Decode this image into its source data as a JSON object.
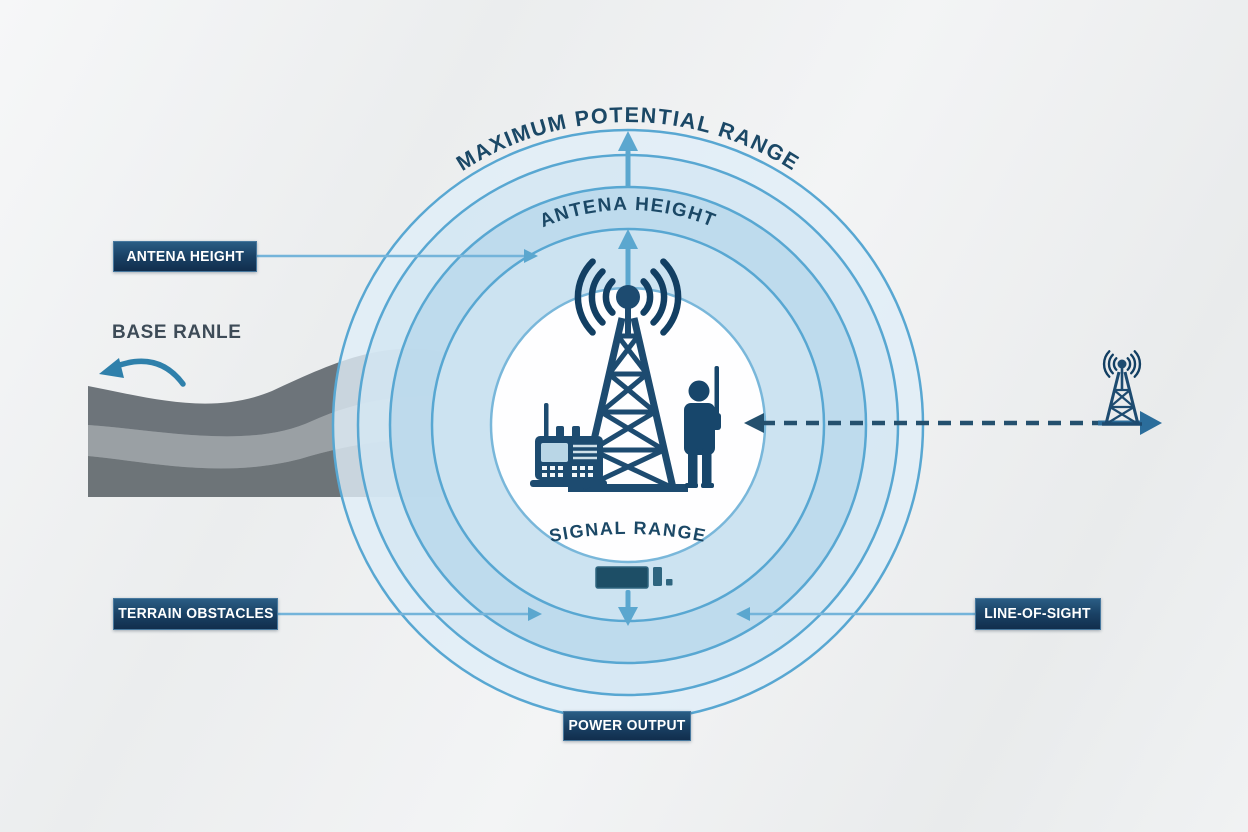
{
  "title": "Radio signal range infographic",
  "labels": {
    "maximum_potential_range": "MAXIMUM POTENTIAL RANGE",
    "antenna_height_arc": "ANTENA HEIGHT",
    "signal_range": "SIGNAL RANGE",
    "base_range": "BASE RANLE"
  },
  "callouts": {
    "antenna_height": "ANTENA HEIGHT",
    "terrain_obstacles": "TERRAIN OBSTACLES",
    "line_of_sight": "LINE-OF-SIGHT",
    "power_output": "POWER OUTPUT"
  },
  "icons": {
    "center": [
      "radio-tower-icon",
      "signal-waves-icon",
      "base-station-radio-icon",
      "person-with-handheld-radio-icon",
      "signal-strength-bar-icon"
    ],
    "right": [
      "small-radio-tower-icon",
      "dashed-line-of-sight-arrow"
    ],
    "left": [
      "terrain-layers-graphic",
      "base-range-curved-arrow"
    ]
  },
  "colors": {
    "navy_dark": "#17466b",
    "navy_box_top": "#2a5d84",
    "navy_box_bottom": "#112e4d",
    "ring_stroke": "#58a7d2",
    "ring_fill_outer": "#e3eff7",
    "ring_fill_mid": "#bedaeb",
    "ring_fill_inner_band": "#cfe4f1",
    "inner_circle": "#ffffff",
    "arrow_blue": "#5ba7cf",
    "dashed_line": "#24506e",
    "terrain_dark": "#6d747a",
    "terrain_medium": "#9aa0a4",
    "terrain_light": "#b6babd",
    "title_text": "#1b4866",
    "base_range_text": "#3d4b57"
  }
}
